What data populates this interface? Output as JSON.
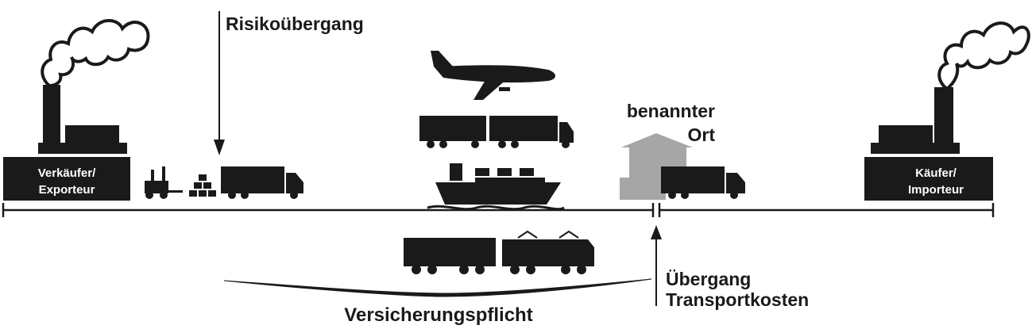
{
  "labels": {
    "risk_transfer": "Risikoübergang",
    "named_place_line1": "benannter",
    "named_place_line2": "Ort",
    "seller_line1": "Verkäufer/",
    "seller_line2": "Exporteur",
    "buyer_line1": "Käufer/",
    "buyer_line2": "Importeur",
    "cost_transfer_line1": "Übergang",
    "cost_transfer_line2": "Transportkosten",
    "insurance_obligation": "Versicherungspflicht"
  },
  "colors": {
    "ink": "#1a1a1a",
    "warehouse": "#a6a6a6",
    "white": "#ffffff"
  },
  "icons": [
    "factory-icon",
    "smoke-cloud-icon",
    "forklift-icon",
    "boxes-icon",
    "truck-icon",
    "airplane-icon",
    "container-ship-icon",
    "locomotive-icon",
    "warehouse-icon"
  ]
}
